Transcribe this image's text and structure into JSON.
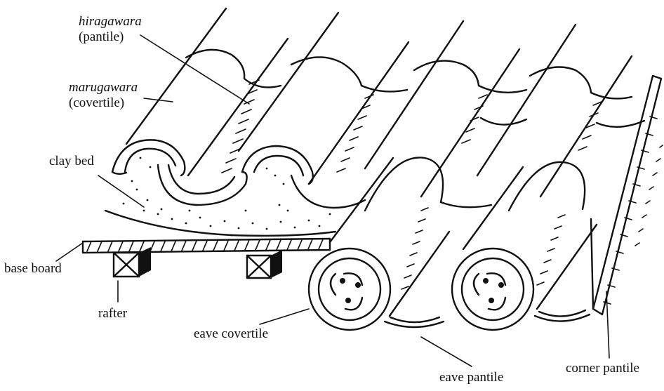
{
  "labels": {
    "hiragawara_term": "hiragawara",
    "hiragawara_gloss": "(pantile)",
    "marugawara_term": "marugawara",
    "marugawara_gloss": "(covertile)",
    "clay_bed": "clay bed",
    "base_board": "base board",
    "rafter": "rafter",
    "eave_covertile": "eave covertile",
    "eave_pantile": "eave pantile",
    "corner_pantile": "corner pantile"
  },
  "colors": {
    "ink": "#111111",
    "paper": "#ffffff"
  }
}
